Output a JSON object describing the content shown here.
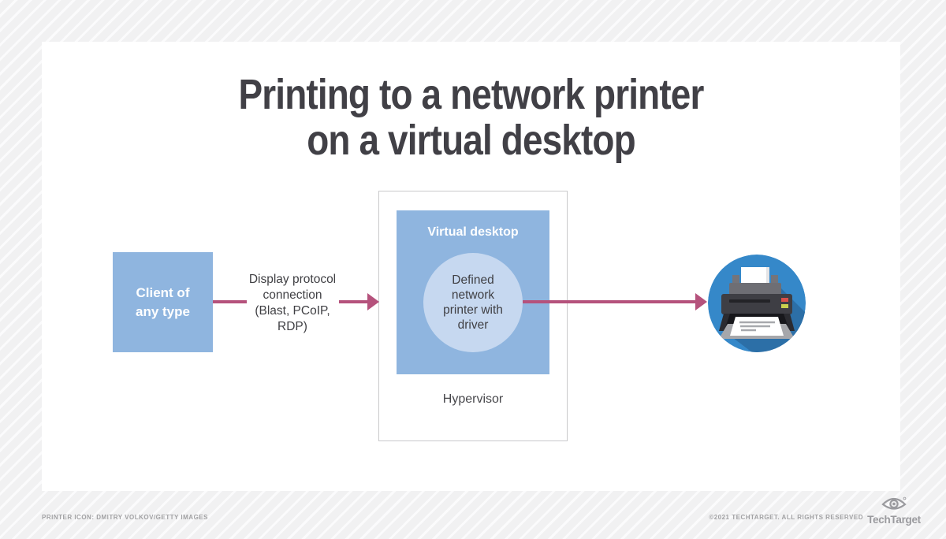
{
  "page": {
    "title_line1": "Printing to a network printer",
    "title_line2": "on a virtual desktop"
  },
  "diagram": {
    "client_box_label": "Client of\nany type",
    "connection_label": "Display protocol\nconnection\n(Blast, PCoIP,\nRDP)",
    "virtual_desktop_label": "Virtual desktop",
    "defined_printer_label": "Defined\nnetwork\nprinter with\ndriver",
    "hypervisor_label": "Hypervisor"
  },
  "icons": {
    "printer": "flat-printer-icon",
    "brand_eye": "techtarget-eye-icon"
  },
  "colors": {
    "box_blue": "#8FB5DF",
    "circle_light_blue": "#C6D8F0",
    "arrow_rose": "#B5527C",
    "printer_badge_blue": "#3588C9",
    "printer_badge_shadow": "#2C6FA7",
    "title_text": "#414046",
    "footer_text": "#A2A2A4"
  },
  "footer": {
    "credit": "PRINTER ICON: DMITRY VOLKOV/GETTY IMAGES",
    "copyright": "©2021 TECHTARGET. ALL RIGHTS RESERVED",
    "brand_name": "TechTarget"
  }
}
